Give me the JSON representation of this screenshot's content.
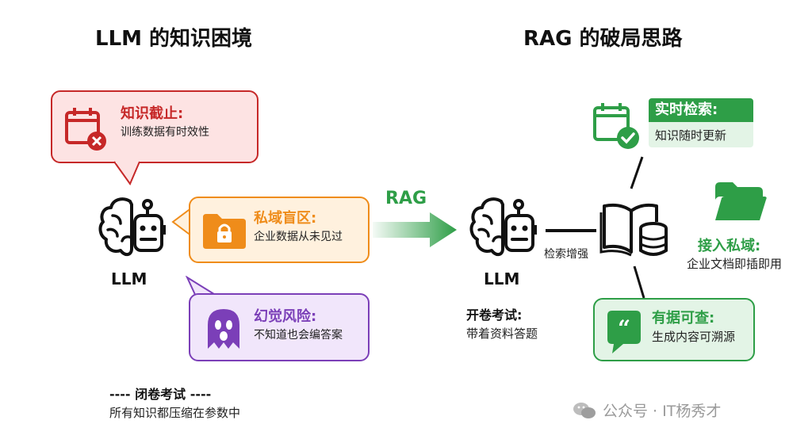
{
  "left_title": "LLM 的知识困境",
  "right_title": "RAG 的破局思路",
  "left": {
    "llm_label": "LLM",
    "cutoff": {
      "title": "知识截止:",
      "desc": "训练数据有时效性"
    },
    "private": {
      "title": "私域盲区:",
      "desc": "企业数据从未见过"
    },
    "hallucination": {
      "title": "幻觉风险:",
      "desc": "不知道也会编答案"
    },
    "footer_title": "---- 闭卷考试 ----",
    "footer_desc": "所有知识都压缩在参数中"
  },
  "arrow_label": "RAG",
  "right": {
    "llm_label": "LLM",
    "open_title": "开卷考试:",
    "open_desc": "带着资料答题",
    "connector_label": "检索增强",
    "realtime": {
      "title": "实时检索:",
      "desc": "知识随时更新"
    },
    "access": {
      "title": "接入私域:",
      "desc": "企业文档即插即用"
    },
    "traceable": {
      "title": "有据可查:",
      "desc": "生成内容可溯源"
    }
  },
  "watermark": "公众号 · IT杨秀才",
  "colors": {
    "red": "#c62828",
    "red_bg": "#fde3e3",
    "orange": "#ef8c1a",
    "orange_bg": "#fff1de",
    "purple": "#7b3fb8",
    "purple_bg": "#f1e6fb",
    "green": "#2e9e47",
    "green_bg": "#e3f4e6"
  },
  "icons": [
    "brain-robot-icon",
    "calendar-x-icon",
    "folder-lock-icon",
    "ghost-icon",
    "calendar-check-icon",
    "book-database-icon",
    "folder-icon",
    "quote-bubble-icon",
    "wechat-icon"
  ]
}
